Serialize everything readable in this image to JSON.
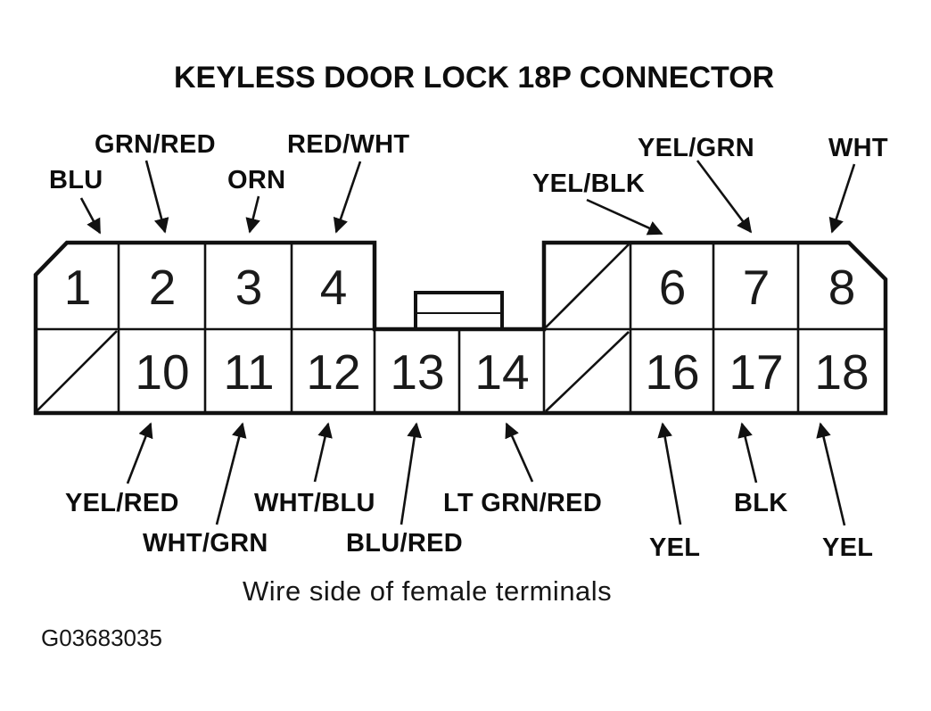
{
  "title": "KEYLESS DOOR LOCK 18P CONNECTOR",
  "caption": "Wire side of female terminals",
  "figure_id": "G03683035",
  "colors": {
    "ink": "#111111",
    "background": "#ffffff"
  },
  "connector": {
    "description": "18P connector grid, wire side of female terminals, three cells crossed out (unused)",
    "top_row_pins": [
      "1",
      "2",
      "3",
      "4",
      "6",
      "7",
      "8"
    ],
    "bottom_row_pins": [
      "10",
      "11",
      "12",
      "13",
      "14",
      "16",
      "17",
      "18"
    ]
  },
  "top_wire_labels": [
    {
      "label": "BLU",
      "pin": "1"
    },
    {
      "label": "GRN/RED",
      "pin": "2"
    },
    {
      "label": "ORN",
      "pin": "3"
    },
    {
      "label": "RED/WHT",
      "pin": "4"
    },
    {
      "label": "YEL/BLK",
      "pin": "6"
    },
    {
      "label": "YEL/GRN",
      "pin": "7"
    },
    {
      "label": "WHT",
      "pin": "8"
    }
  ],
  "bottom_wire_labels": [
    {
      "label": "YEL/RED",
      "pin": "10"
    },
    {
      "label": "WHT/GRN",
      "pin": "11"
    },
    {
      "label": "WHT/BLU",
      "pin": "12"
    },
    {
      "label": "BLU/RED",
      "pin": "13"
    },
    {
      "label": "LT GRN/RED",
      "pin": "14"
    },
    {
      "label": "YEL",
      "pin": "16"
    },
    {
      "label": "BLK",
      "pin": "17"
    },
    {
      "label": "YEL",
      "pin": "18"
    }
  ]
}
